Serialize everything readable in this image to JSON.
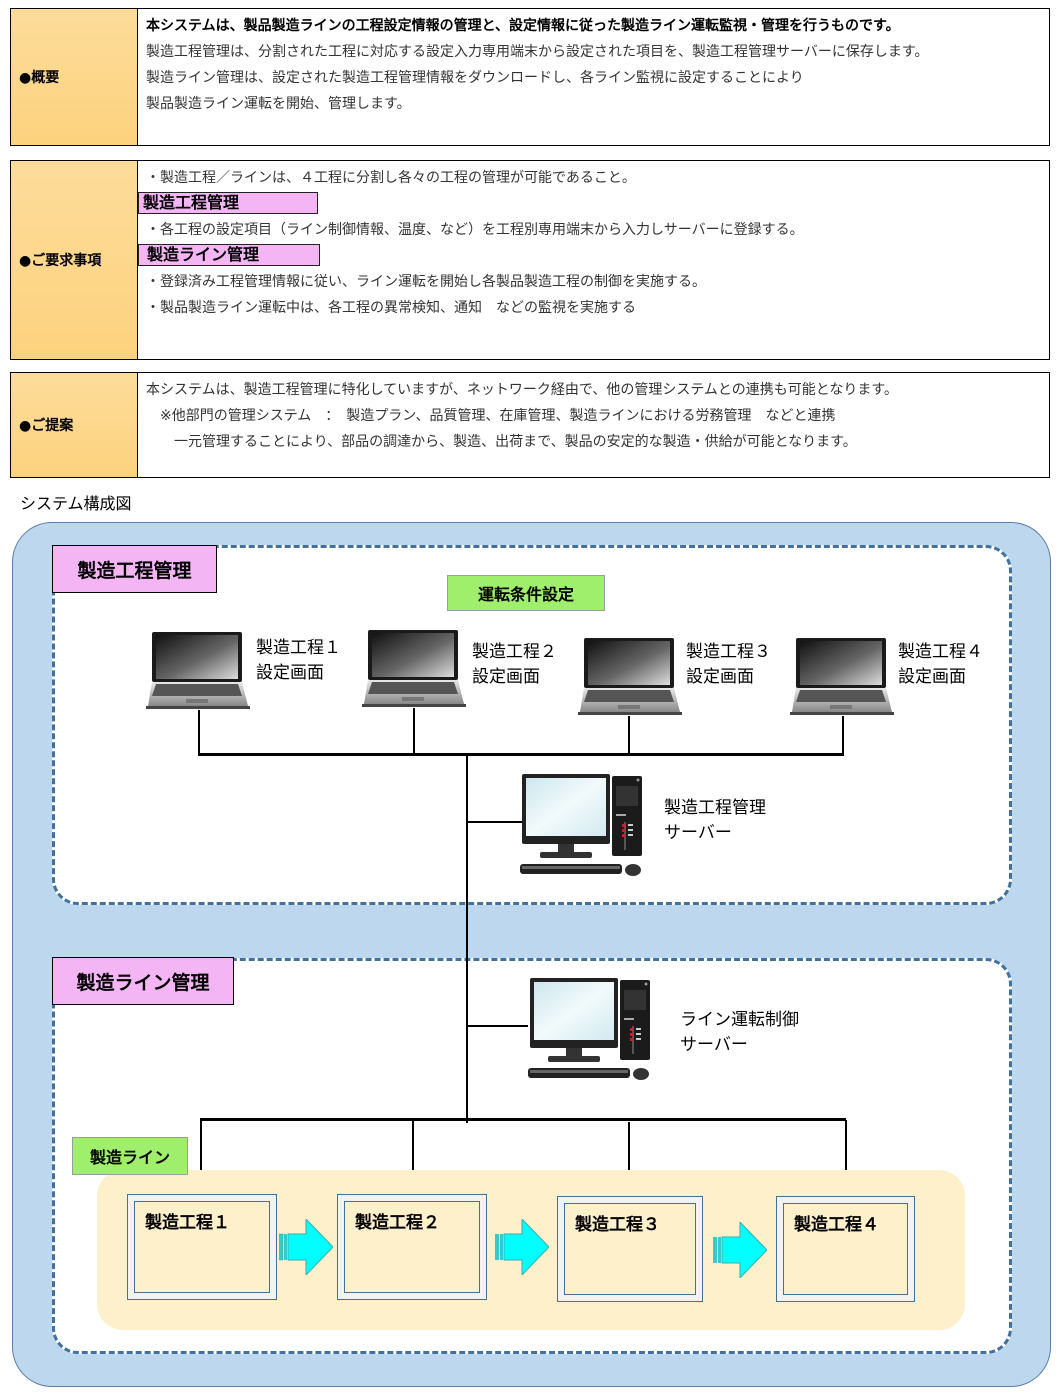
{
  "sections": {
    "overview": {
      "label": "●概要",
      "lines": [
        "本システムは、製品製造ラインの工程設定情報の管理と、設定情報に従った製造ライン運転監視・管理を行うものです。",
        "製造工程管理は、分割された工程に対応する設定入力専用端末から設定された項目を、製造工程管理サーバーに保存します。",
        "製造ライン管理は、設定された製造工程管理情報をダウンロードし、各ライン監視に設定することにより",
        "製品製造ライン運転を開始、管理します。"
      ]
    },
    "requirements": {
      "label": "●ご要求事項",
      "intro": "・製造工程／ラインは、４工程に分割し各々の工程の管理が可能であること。",
      "heading1": "製造工程管理",
      "item1": "・各工程の設定項目（ライン制御情報、温度、など）を工程別専用端末から入力しサーバーに登録する。",
      "heading2": "製造ライン管理",
      "item2": "・登録済み工程管理情報に従い、ライン運転を開始し各製品製造工程の制御を実施する。",
      "item3": "・製品製造ライン運転中は、各工程の異常検知、通知　などの監視を実施する"
    },
    "proposal": {
      "label": "●ご提案",
      "lines": [
        "本システムは、製造工程管理に特化していますが、ネットワーク経由で、他の管理システムとの連携も可能となります。",
        "　※他部門の管理システム　：　製造プラン、品質管理、在庫管理、製造ラインにおける労務管理　などと連携",
        "　　一元管理することにより、部品の調達から、製造、出荷まで、製品の安定的な製造・供給が可能となります。"
      ]
    }
  },
  "diagram": {
    "title": "システム構成図",
    "process_mgmt": {
      "label": "製造工程管理",
      "condition_label": "運転条件設定",
      "terminals": [
        {
          "line1": "製造工程１",
          "line2": "設定画面"
        },
        {
          "line1": "製造工程２",
          "line2": "設定画面"
        },
        {
          "line1": "製造工程３",
          "line2": "設定画面"
        },
        {
          "line1": "製造工程４",
          "line2": "設定画面"
        }
      ],
      "server": {
        "line1": "製造工程管理",
        "line2": "サーバー"
      }
    },
    "line_mgmt": {
      "label": "製造ライン管理",
      "server": {
        "line1": "ライン運転制御",
        "line2": "サーバー"
      },
      "line_label": "製造ライン",
      "processes": [
        "製造工程１",
        "製造工程２",
        "製造工程３",
        "製造工程４"
      ]
    }
  },
  "colors": {
    "label_bg": "#fdd27e",
    "pink": "#f4b5f5",
    "green": "#a0ef6c",
    "outer_bg": "#bdd7ee",
    "dash": "#41719c",
    "band": "#fff0cc",
    "arrow": "#00ffff"
  }
}
